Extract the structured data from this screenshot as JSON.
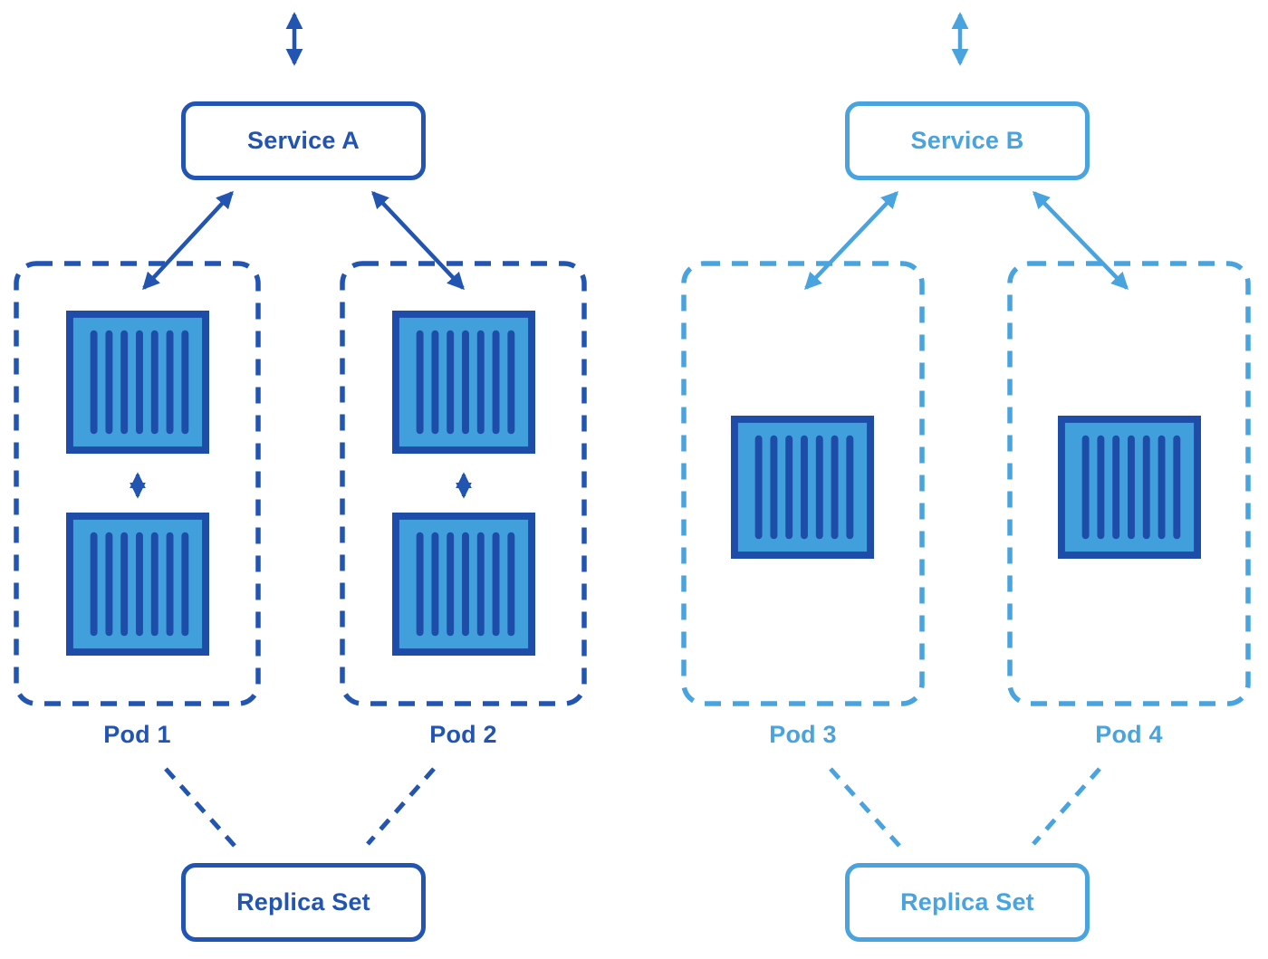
{
  "diagram_title": "kubernetes-services-pods-replica-sets",
  "colors": {
    "dark_blue": "#2254B2",
    "light_blue": "#48A3DE",
    "container_fill": "#41A0DC",
    "container_stroke": "#1D4DA8",
    "background": "#FFFFFF"
  },
  "icons": {
    "container": "container-icon",
    "arrow": "double-headed-arrow-icon"
  },
  "left": {
    "accent": "#2254B2",
    "service": {
      "label": "Service A"
    },
    "pods": [
      {
        "label": "Pod 1",
        "containers": 2
      },
      {
        "label": "Pod 2",
        "containers": 2
      }
    ],
    "replica_set": {
      "label": "Replica Set"
    }
  },
  "right": {
    "accent": "#48A3DE",
    "service": {
      "label": "Service B"
    },
    "pods": [
      {
        "label": "Pod 3",
        "containers": 1
      },
      {
        "label": "Pod 4",
        "containers": 1
      }
    ],
    "replica_set": {
      "label": "Replica Set"
    }
  }
}
